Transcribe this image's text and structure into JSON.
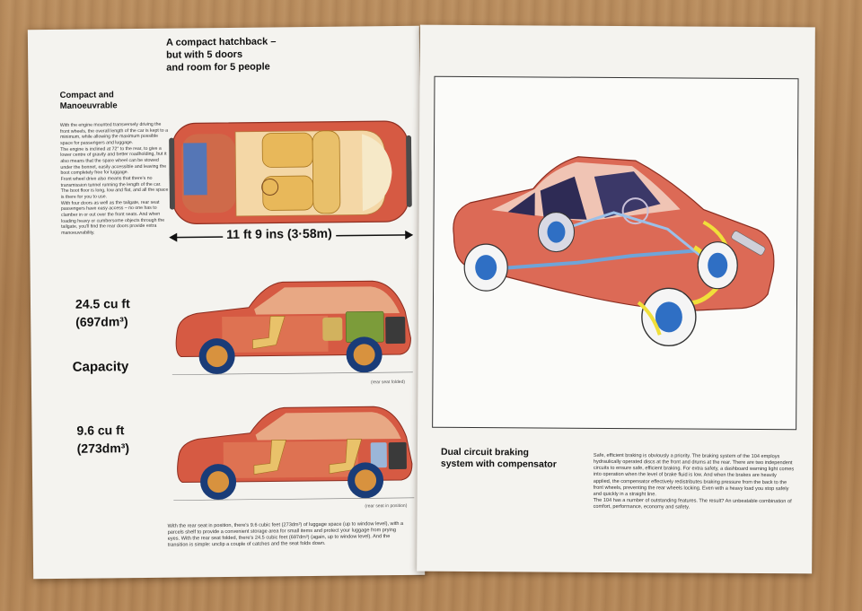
{
  "left_page": {
    "main_title_lines": [
      "A compact hatchback –",
      "but with 5 doors",
      "and room for 5 people"
    ],
    "compact_heading_lines": [
      "Compact and",
      "Manoeuvrable"
    ],
    "compact_paragraphs": [
      "With the engine mounted transversely driving the front wheels, the overall length of the car is kept to a minimum, while allowing the maximum possible space for passengers and luggage.",
      "The engine is inclined at 72° to the rear, to give a lower centre of gravity and better roadholding, but it also means that the spare wheel can be stowed under the bonnet, easily accessible and leaving the boot completely free for luggage.",
      "Front wheel drive also means that there's no transmission tunnel running the length of the car. The boot floor is long, low and flat, and all the space is there for you to use.",
      "With four doors as well as the tailgate, rear seat passengers have easy access – no one has to clamber in or out over the front seats. And when loading heavy or cumbersome objects through the tailgate, you'll find the rear doors provide extra manoeuvrability."
    ],
    "length_label": "11 ft 9 ins  (3·58m)",
    "capacity_large_lines": [
      "24.5 cu ft",
      "(697dm³)"
    ],
    "capacity_label": "Capacity",
    "capacity_small_lines": [
      "9.6 cu ft",
      "(273dm³)"
    ],
    "caption_folded": "(rear seat folded)",
    "caption_position": "(rear seat in position)",
    "bottom_paragraph": "With the rear seat in position, there's 9.6 cubic feet (273dm³) of luggage space (up to window level), with a parcels shelf to provide a convenient storage area for small items and protect your luggage from prying eyes. With the rear seat folded, there's 24.5 cubic feet (697dm³) (again, up to window level). And the transition is simple: unclip a couple of catches and the seat folds down."
  },
  "right_page": {
    "braking_heading_lines": [
      "Dual circuit braking",
      "system with compensator"
    ],
    "braking_paragraphs": [
      "Safe, efficient braking is obviously a priority. The braking system of the 104 employs hydraulically operated discs at the front and drums at the rear. There are two independent circuits to ensure safe, efficient braking. For extra safety, a dashboard warning light comes into operation when the level of brake fluid is low. And when the brakes are heavily applied, the compensator effectively redistributes braking pressure from the back to the front wheels, preventing the rear wheels locking. Even with a heavy load you stop safely and quickly in a straight line.",
      "The 104 has a number of outstanding features. The result? An unbeatable combination of comfort, performance, economy and safety."
    ]
  },
  "colors": {
    "car_red": "#d9553f",
    "seat_yellow": "#e8c56a",
    "wheel_blue": "#2f6fc4",
    "brake_yellow": "#f0df3a",
    "page_white": "#f4f3ef",
    "wood": "#b58a5c"
  }
}
